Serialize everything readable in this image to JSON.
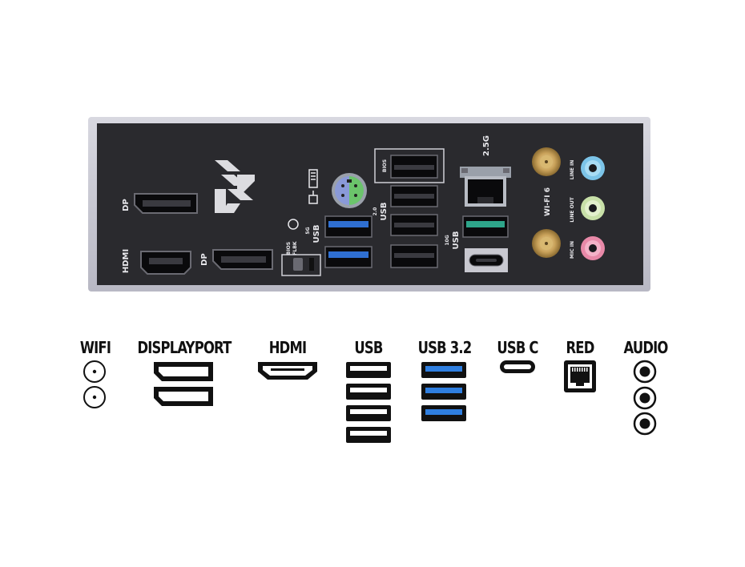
{
  "panel": {
    "left_labels": {
      "dp": "DP",
      "hdmi": "HDMI",
      "dp2": "DP"
    },
    "bios_flbk": "BIOS\nFLBK",
    "usb_5g": {
      "speed": "5G",
      "name": "USB"
    },
    "usb_20": {
      "speed": "2.0",
      "name": "USB"
    },
    "bios_port": "BIOS",
    "lan_speed": "2.5G",
    "usb_10g": {
      "speed": "10G",
      "name": "USB"
    },
    "wifi": "WI-FI 6",
    "audio": {
      "line_in": "LINE IN",
      "line_out": "LINE OUT",
      "mic_in": "MIC IN"
    },
    "colors": {
      "plate": "#2a2a2e",
      "frame": "#c9c9d2",
      "usb32_blue": "#2f6fd1",
      "usb_teal": "#2ea58a",
      "line_in": "#7cc4e8",
      "line_out": "#c8e0a8",
      "mic_in": "#e889a8",
      "antenna_gold": "#c9a25a"
    }
  },
  "legend": [
    {
      "id": "wifi",
      "title": "WIFI",
      "icon": "wifi-antenna-icon"
    },
    {
      "id": "displayport",
      "title": "DISPLAYPORT",
      "icon": "displayport-icon"
    },
    {
      "id": "hdmi",
      "title": "HDMI",
      "icon": "hdmi-icon"
    },
    {
      "id": "usb",
      "title": "USB",
      "icon": "usb-a-icon"
    },
    {
      "id": "usb32",
      "title": "USB 3.2",
      "icon": "usb-3-2-icon"
    },
    {
      "id": "usbc",
      "title": "USB C",
      "icon": "usb-c-icon"
    },
    {
      "id": "red",
      "title": "RED",
      "icon": "ethernet-icon"
    },
    {
      "id": "audio",
      "title": "AUDIO",
      "icon": "audio-jack-icon"
    }
  ]
}
